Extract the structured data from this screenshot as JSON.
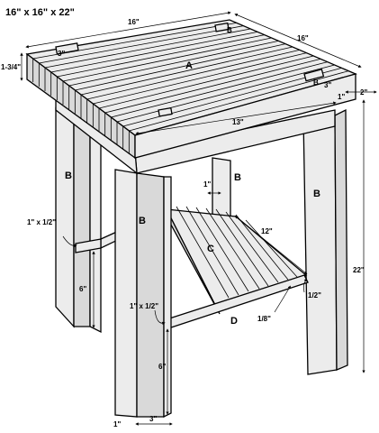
{
  "title": "16\" x 16\" x 22\"",
  "parts": {
    "top": "A",
    "leg_front": "B",
    "leg_left": "B",
    "leg_right": "B",
    "leg_back": "B",
    "shelf": "C",
    "rail": "D",
    "notch_back": "B",
    "notch_right": "B"
  },
  "dims": {
    "top_width": "16\"",
    "top_depth": "16\"",
    "top_thickness": "1-3/4\"",
    "notch_left": "3\"",
    "notch_right": "3\"",
    "apron_width": "13\"",
    "leg_inset": "1\"",
    "leg_depth_right": "2\"",
    "height": "22\"",
    "rail_left": "1\" x 1/2\"",
    "rail_front": "1\" x 1/2\"",
    "rail_height_left": "6\"",
    "rail_height_front": "6\"",
    "shelf_length": "12\"",
    "slat_width": "1\"",
    "slat_gap": "1/8\"",
    "rail_thickness": "1/2\"",
    "leg_bottom_inset": "1\"",
    "leg_bottom_width": "3\""
  }
}
